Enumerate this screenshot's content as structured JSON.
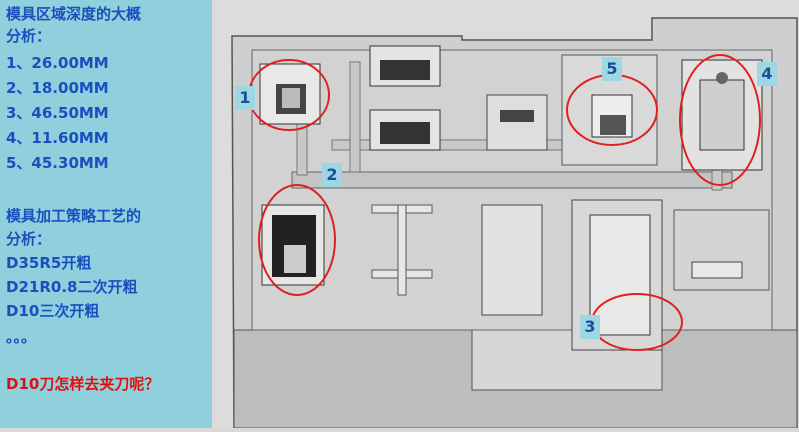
{
  "left": {
    "depth_title_1": "模具区域深度的大概",
    "depth_title_2": "分析：",
    "depths": [
      "1、26.00MM",
      "2、18.00MM",
      "3、46.50MM",
      "4、11.60MM",
      "5、45.30MM"
    ],
    "strategy_title_1": "模具加工策略工艺的",
    "strategy_title_2": "分析：",
    "strategies": [
      "D35R5开粗",
      "D21R0.8二次开粗",
      "D10三次开粗"
    ],
    "ellipsis": "。。。",
    "question": "D10刀怎样去夹刀呢？"
  },
  "labels": [
    "1",
    "2",
    "3",
    "4",
    "5"
  ],
  "colors": {
    "panel": "#8fd0dc",
    "text": "#1b4fbf",
    "highlight": "#e01010",
    "label_bg": "#9fd6e4",
    "circle": "#e02020"
  }
}
